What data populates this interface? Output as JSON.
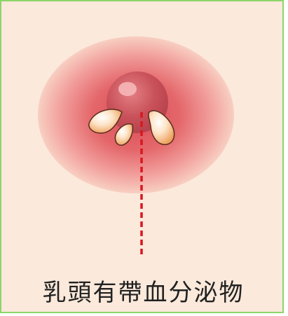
{
  "caption": "乳頭有帶血分泌物",
  "colors": {
    "background": "#fbe9db",
    "border": "#8dd46a",
    "areola": "#e35a5e",
    "nipple": "#c9515a",
    "discharge_drop": "#f3b173",
    "dashed_line": "#d8171f"
  },
  "icons": [
    "nipple-illustration",
    "discharge-drop-icon",
    "pointer-dashed-line"
  ]
}
